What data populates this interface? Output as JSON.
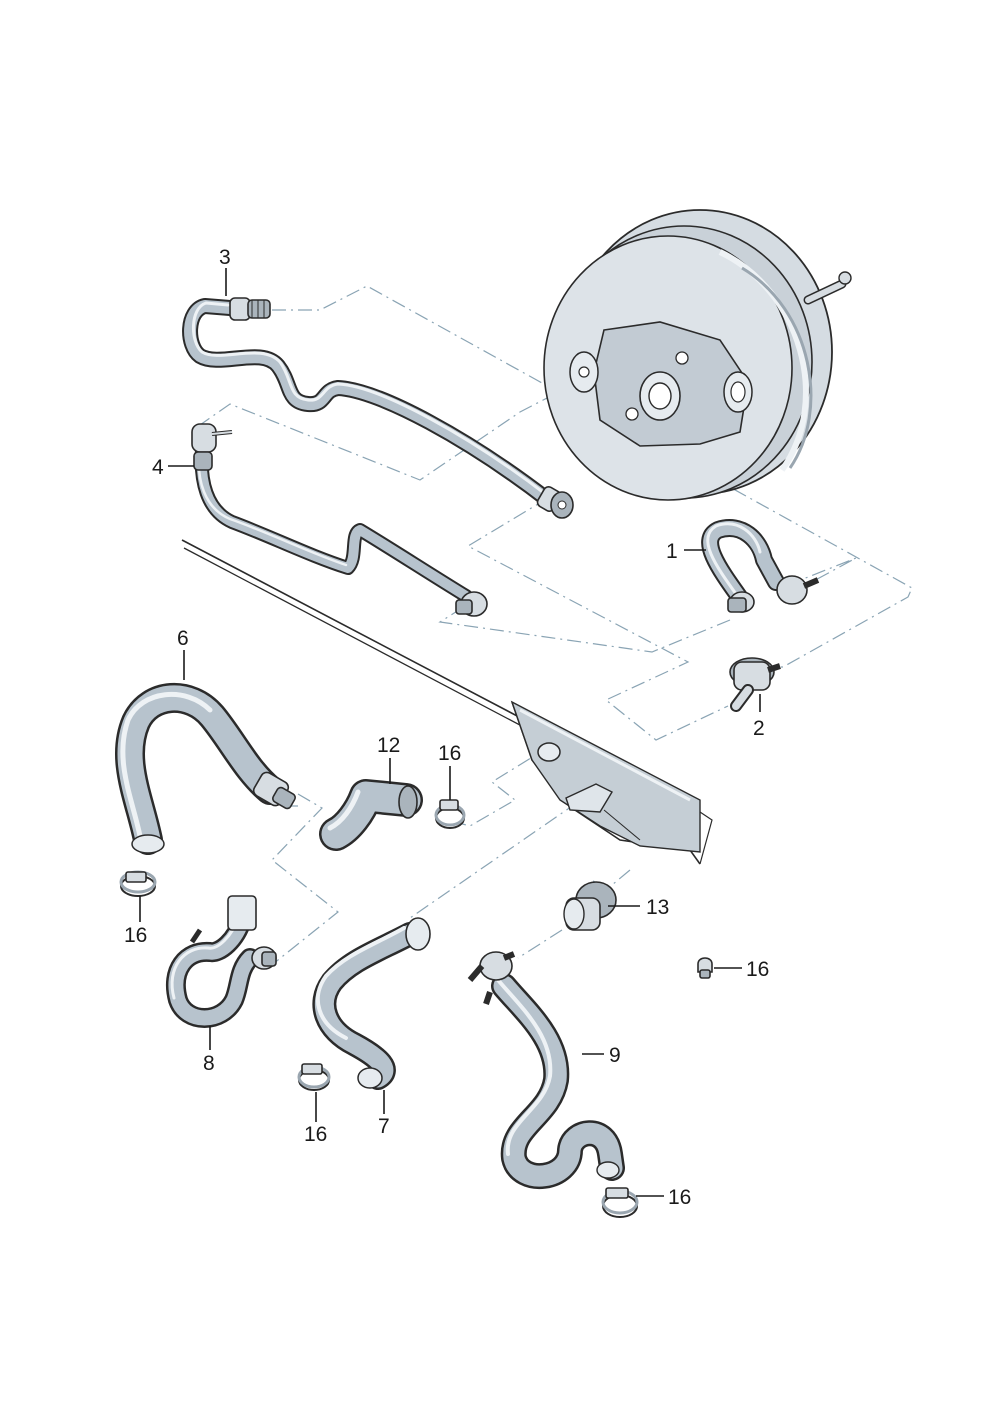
{
  "diagram": {
    "part_labels": {
      "p1": "1",
      "p2": "2",
      "p3": "3",
      "p4": "4",
      "p6": "6",
      "p7": "7",
      "p8": "8",
      "p9": "9",
      "p12": "12",
      "p13": "13",
      "p16_clamp_12": "16",
      "p16_clamp_6": "16",
      "p16_clamp_7": "16",
      "p16_clamp_9": "16",
      "p16_loose": "16"
    },
    "icons": [
      "brake-booster",
      "vacuum-hose",
      "vacuum-line",
      "check-valve",
      "hose-clamp",
      "grommet",
      "body-panel"
    ]
  }
}
